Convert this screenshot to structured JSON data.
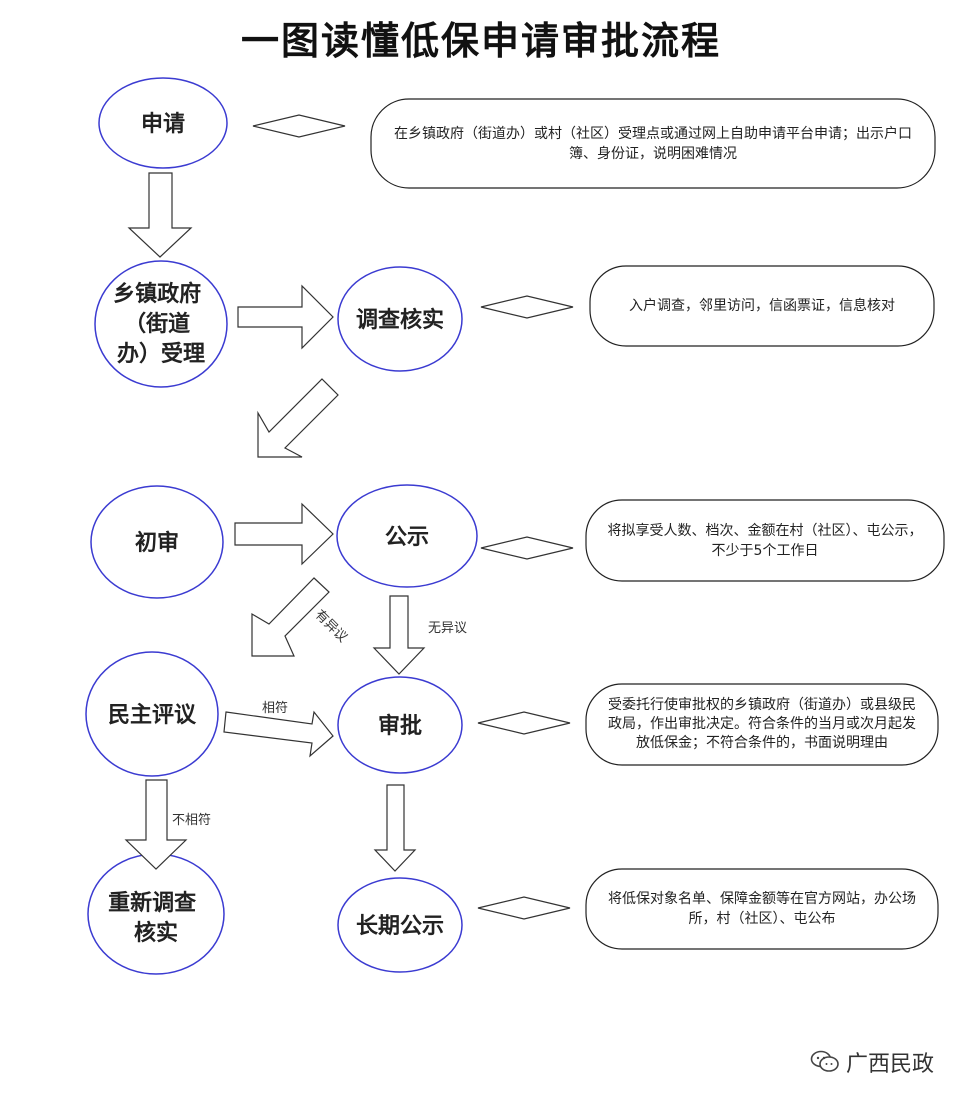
{
  "title": "一图读懂低保申请审批流程",
  "steps": {
    "apply": [
      "申请"
    ],
    "accept": [
      "乡镇政府",
      "（街道",
      "办）受理"
    ],
    "investigate": [
      "调查核实"
    ],
    "initial": [
      "初审"
    ],
    "publicize": [
      "公示"
    ],
    "democratic": [
      "民主评议"
    ],
    "approve": [
      "审批"
    ],
    "reinvestigate": [
      "重新调查",
      "核实"
    ],
    "longterm": [
      "长期公示"
    ]
  },
  "descriptions": {
    "apply": "在乡镇政府（街道办）或村（社区）受理点或通过网上自助申请平台申请；出示户口簿、身份证，说明困难情况",
    "investigate": "入户调查，邻里访问，信函票证，信息核对",
    "publicize": "将拟享受人数、档次、金额在村（社区）、屯公示，不少于5个工作日",
    "approve": "受委托行使审批权的乡镇政府（街道办）或县级民政局，作出审批决定。符合条件的当月或次月起发放低保金；不符合条件的，书面说明理由",
    "longterm": "将低保对象名单、保障金额等在官方网站，办公场所，村（社区）、屯公布"
  },
  "edge_labels": {
    "objection": "有异议",
    "no_objection": "无异议",
    "match": "相符",
    "no_match": "不相符"
  },
  "watermark": "广西民政",
  "colors": {
    "circle_stroke": "#3b3bd1",
    "line": "#333333"
  }
}
